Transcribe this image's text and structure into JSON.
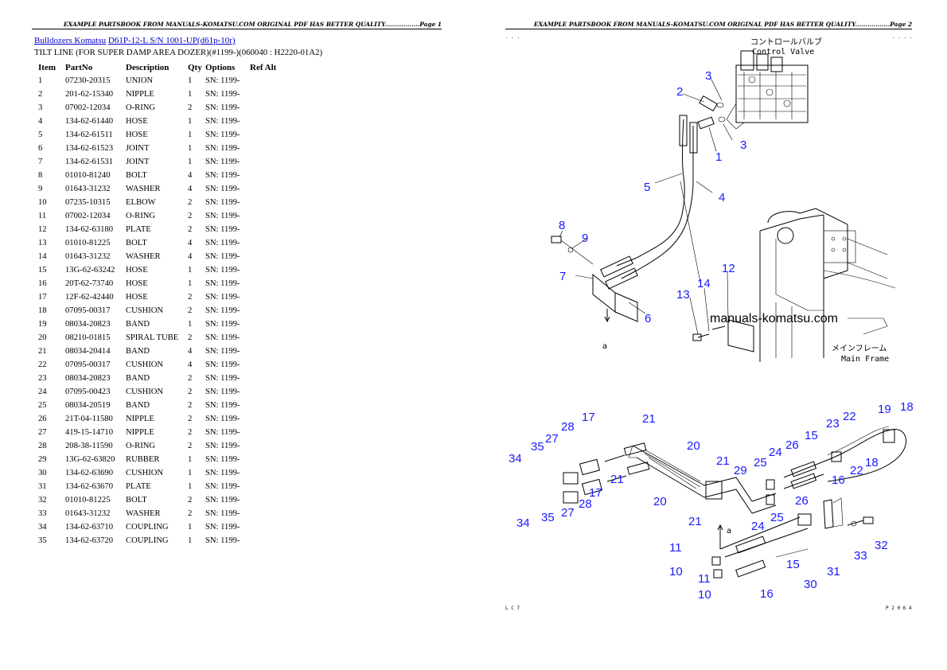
{
  "header_text": "EXAMPLE PARTSBOOK FROM MANUALS-KOMATSU.COM ORIGINAL PDF HAS BETTER QUALITY.................",
  "page1_label": "Page 1",
  "page2_label": "Page 2",
  "breadcrumb": {
    "link1": "Bulldozers Komatsu",
    "link2": "D61P-12-L S/N 1001-UP(d61p-10r)"
  },
  "subtitle": "TILT LINE (FOR SUPER DAMP AREA DOZER)(#1199-)(060040 : H2220-01A2)",
  "table": {
    "headers": [
      "Item",
      "PartNo",
      "Description",
      "Qty",
      "Options",
      "Ref Alt"
    ],
    "rows": [
      [
        "1",
        "07230-20315",
        "UNION",
        "1",
        "SN: 1199-",
        ""
      ],
      [
        "2",
        "201-62-15340",
        "NIPPLE",
        "1",
        "SN: 1199-",
        ""
      ],
      [
        "3",
        "07002-12034",
        "O-RING",
        "2",
        "SN: 1199-",
        ""
      ],
      [
        "4",
        "134-62-61440",
        "HOSE",
        "1",
        "SN: 1199-",
        ""
      ],
      [
        "5",
        "134-62-61511",
        "HOSE",
        "1",
        "SN: 1199-",
        ""
      ],
      [
        "6",
        "134-62-61523",
        "JOINT",
        "1",
        "SN: 1199-",
        ""
      ],
      [
        "7",
        "134-62-61531",
        "JOINT",
        "1",
        "SN: 1199-",
        ""
      ],
      [
        "8",
        "01010-81240",
        "BOLT",
        "4",
        "SN: 1199-",
        ""
      ],
      [
        "9",
        "01643-31232",
        "WASHER",
        "4",
        "SN: 1199-",
        ""
      ],
      [
        "10",
        "07235-10315",
        "ELBOW",
        "2",
        "SN: 1199-",
        ""
      ],
      [
        "11",
        "07002-12034",
        "O-RING",
        "2",
        "SN: 1199-",
        ""
      ],
      [
        "12",
        "134-62-63180",
        "PLATE",
        "2",
        "SN: 1199-",
        ""
      ],
      [
        "13",
        "01010-81225",
        "BOLT",
        "4",
        "SN: 1199-",
        ""
      ],
      [
        "14",
        "01643-31232",
        "WASHER",
        "4",
        "SN: 1199-",
        ""
      ],
      [
        "15",
        "13G-62-63242",
        "HOSE",
        "1",
        "SN: 1199-",
        ""
      ],
      [
        "16",
        "20T-62-73740",
        "HOSE",
        "1",
        "SN: 1199-",
        ""
      ],
      [
        "17",
        "12F-62-42440",
        "HOSE",
        "2",
        "SN: 1199-",
        ""
      ],
      [
        "18",
        "07095-00317",
        "CUSHION",
        "2",
        "SN: 1199-",
        ""
      ],
      [
        "19",
        "08034-20823",
        "BAND",
        "1",
        "SN: 1199-",
        ""
      ],
      [
        "20",
        "08210-01815",
        "SPIRAL TUBE",
        "2",
        "SN: 1199-",
        ""
      ],
      [
        "21",
        "08034-20414",
        "BAND",
        "4",
        "SN: 1199-",
        ""
      ],
      [
        "22",
        "07095-00317",
        "CUSHION",
        "4",
        "SN: 1199-",
        ""
      ],
      [
        "23",
        "08034-20823",
        "BAND",
        "2",
        "SN: 1199-",
        ""
      ],
      [
        "24",
        "07095-00423",
        "CUSHION",
        "2",
        "SN: 1199-",
        ""
      ],
      [
        "25",
        "08034-20519",
        "BAND",
        "2",
        "SN: 1199-",
        ""
      ],
      [
        "26",
        "21T-04-11580",
        "NIPPLE",
        "2",
        "SN: 1199-",
        ""
      ],
      [
        "27",
        "419-15-14710",
        "NIPPLE",
        "2",
        "SN: 1199-",
        ""
      ],
      [
        "28",
        "208-38-11590",
        "O-RING",
        "2",
        "SN: 1199-",
        ""
      ],
      [
        "29",
        "13G-62-63820",
        "RUBBER",
        "1",
        "SN: 1199-",
        ""
      ],
      [
        "30",
        "134-62-63690",
        "CUSHION",
        "1",
        "SN: 1199-",
        ""
      ],
      [
        "31",
        "134-62-63670",
        "PLATE",
        "1",
        "SN: 1199-",
        ""
      ],
      [
        "32",
        "01010-81225",
        "BOLT",
        "2",
        "SN: 1199-",
        ""
      ],
      [
        "33",
        "01643-31232",
        "WASHER",
        "2",
        "SN: 1199-",
        ""
      ],
      [
        "34",
        "134-62-63710",
        "COUPLING",
        "1",
        "SN: 1199-",
        ""
      ],
      [
        "35",
        "134-62-63720",
        "COUPLING",
        "1",
        "SN: 1199-",
        ""
      ]
    ]
  },
  "diagram": {
    "control_valve_jp": "コントロールバルブ",
    "control_valve_en": "Control Valve",
    "main_frame_jp": "メインフレーム",
    "main_frame_en": "Main Frame",
    "watermark": "manuals-komatsu.com",
    "view_label": "a",
    "corner_bl": "L C 7",
    "corner_br": "P 2 0 6 4",
    "label_color": "#1a1aff"
  }
}
